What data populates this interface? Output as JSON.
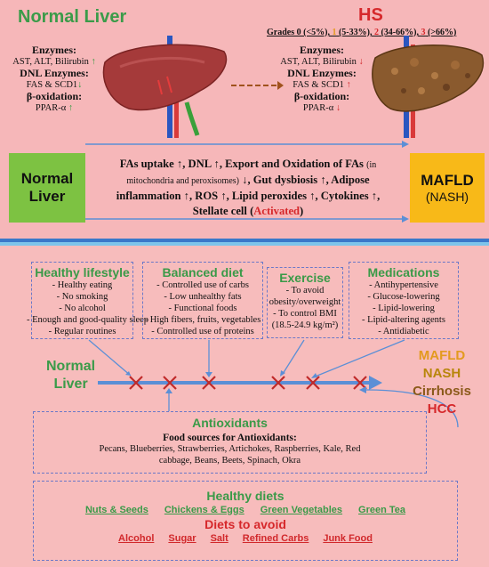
{
  "colors": {
    "top_bg": "#f6b7b9",
    "bottom_bg": "#f7bcbc",
    "green_text": "#3b9b49",
    "red_text": "#d6282b",
    "normal_box": "#7dc242",
    "mafld_box": "#f8b918",
    "arrow_blue": "#5b8fd6",
    "arrow_brown": "#a0521d",
    "dash_blue": "#6b78c8"
  },
  "top": {
    "normal_title": "Normal Liver",
    "hs_title": "HS",
    "grades": {
      "prefix": "Grades 0 (<5%),",
      "g1_num": "1",
      "g1_text": "(5-33%),",
      "g2_num": "2",
      "g2_text": "(34-66%),",
      "g3_num": "3",
      "g3_text": "(>66%)"
    },
    "left": {
      "enzymes_label": "Enzymes:",
      "enzymes_value": "AST, ALT, Bilirubin",
      "enzymes_arrow": "↑",
      "dnl_label": "DNL Enzymes:",
      "dnl_value": "FAS & SCD1",
      "dnl_arrow": "↓",
      "box_label": "β-oxidation:",
      "box_value": "PPAR-α",
      "box_arrow": "↑"
    },
    "right": {
      "enzymes_label": "Enzymes:",
      "enzymes_value": "AST, ALT, Bilirubin",
      "enzymes_arrow": "↓",
      "dnl_label": "DNL Enzymes:",
      "dnl_value": "FAS & SCD1",
      "dnl_arrow": "↑",
      "box_label": "β-oxidation:",
      "box_value": "PPAR-α",
      "box_arrow": "↓"
    }
  },
  "middle": {
    "normal_box": "Normal Liver",
    "mafld_line1": "MAFLD",
    "mafld_line2": "(NASH)",
    "l1": "FAs uptake ↑, DNL ↑, Export and Oxidation of FAs",
    "l1_small": "(in",
    "l2_small": "mitochondria and peroxisomes)",
    "l2": "↓, Gut dysbiosis ↑, Adipose",
    "l3": "inflammation ↑, ROS ↑, Lipid peroxides ↑, Cytokines ↑,",
    "l4_a": "Stellate cell (",
    "l4_red": "Activated",
    "l4_b": ")"
  },
  "boxes": {
    "healthy_lifestyle": {
      "title": "Healthy lifestyle",
      "items": [
        "- Healthy eating",
        "- No smoking",
        "- No alcohol",
        "- Enough and good-quality sleep",
        "- Regular routines"
      ]
    },
    "balanced_diet": {
      "title": "Balanced diet",
      "items": [
        "- Controlled use of carbs",
        "- Low unhealthy fats",
        "- Functional foods",
        "- High fibers, fruits, vegetables",
        "- Controlled use of proteins"
      ]
    },
    "exercise": {
      "title": "Exercise",
      "items": [
        "- To avoid",
        "obesity/overweight",
        "- To control BMI",
        "(18.5-24.9 kg/m²)"
      ]
    },
    "medications": {
      "title": "Medications",
      "items": [
        "- Antihypertensive",
        "- Glucose-lowering",
        "- Lipid-lowering",
        "- Lipid-altering agents",
        "- Antidiabetic"
      ]
    }
  },
  "timeline": {
    "start_line1": "Normal",
    "start_line2": "Liver",
    "end": [
      "MAFLD",
      "NASH",
      "Cirrhosis",
      "HCC"
    ],
    "end_colors": [
      "#e39a1f",
      "#b8860b",
      "#8b5a1a",
      "#d6282b"
    ]
  },
  "antioxidants": {
    "title": "Antioxidants",
    "subtitle": "Food sources for Antioxidants:",
    "line1": "Pecans, Blueberries, Strawberries, Artichokes, Raspberries, Kale, Red",
    "line2": "cabbage, Beans, Beets, Spinach, Okra"
  },
  "diets": {
    "healthy_title": "Healthy diets",
    "healthy": [
      "Nuts & Seeds",
      "Chickens & Eggs",
      "Green Vegetables",
      "Green Tea"
    ],
    "avoid_title": "Diets to avoid",
    "avoid": [
      "Alcohol",
      "Sugar",
      "Salt",
      "Refined Carbs",
      "Junk Food"
    ]
  }
}
